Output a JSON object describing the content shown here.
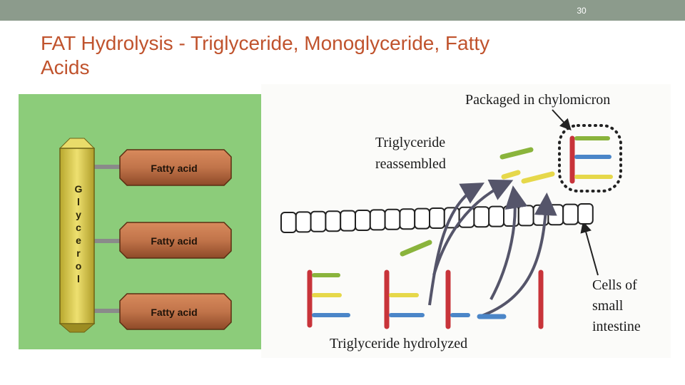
{
  "slide": {
    "number": "30",
    "title_line1": "FAT Hydrolysis - Triglyceride, Monoglyceride, Fatty",
    "title_line2": "Acids"
  },
  "left_diagram": {
    "glycerol_letters": [
      "G",
      "l",
      "y",
      "c",
      "e",
      "r",
      "o",
      "l"
    ],
    "fatty_acid_labels": [
      "Fatty acid",
      "Fatty acid",
      "Fatty acid"
    ],
    "colors": {
      "background": "#8ccc7a",
      "glycerol": "#d8c646",
      "fatty_acid": "#b8693f"
    }
  },
  "right_diagram": {
    "label_packaged": "Packaged in chylomicron",
    "label_reassembled_1": "Triglyceride",
    "label_reassembled_2": "reassembled",
    "label_cells_1": "Cells of",
    "label_cells_2": "small",
    "label_cells_3": "intestine",
    "label_hydrolyzed": "Triglyceride hydrolyzed",
    "colors": {
      "red": "#c8343a",
      "green": "#8ab43c",
      "yellow": "#e6d84a",
      "blue": "#4b86c8",
      "arrow": "#55556a"
    }
  }
}
